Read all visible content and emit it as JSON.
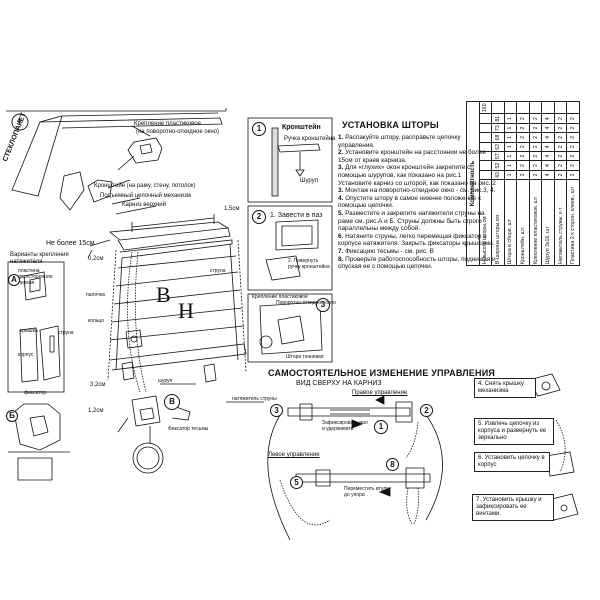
{
  "left_panel": {
    "step_no": "4",
    "rail_label": "СТЕКЛОПАКЕТ",
    "callouts": {
      "plastic_mount": "Крепление пластиковое",
      "plastic_mount_note": "(на поворотно-откидное окно)",
      "bracket": "Кронштейн (на раму, стену, потолок)",
      "chain_mech": "Подъемный цепочный механизм",
      "top_rail": "Карниз верхний",
      "distance_note": "Не более 15см",
      "dim_02": "0,2см",
      "dim_15": "1,5см",
      "tension_variants": "Варианты крепления натяжителя",
      "tape_mount": "пластина двухсторонняя липкая",
      "stick": "палочка",
      "ring": "кольцо",
      "cap": "крышка",
      "body": "корпус",
      "string": "струна",
      "fixator": "фиксатор",
      "dim_32": "3,2см",
      "dim_12": "1,2см",
      "chain_stopper": "Фиксатор тесьмы",
      "tensioner": "натяжитель струны",
      "screw": "шуруп",
      "cord": "струна",
      "letter_B": "B",
      "letter_H": "H",
      "marker_A": "А",
      "marker_B": "Б",
      "marker_Bv": "B"
    }
  },
  "top_middle": {
    "box1_no": "1",
    "bracket": "Кронштейн",
    "handle_bracket": "Ручка кронштейна",
    "screw": "Шуруп",
    "box2_no": "2",
    "box2_step1": "1. Завести в паз",
    "box2_step2": "2. Повернуть ручку кронштейна",
    "box3_no": "3",
    "box3_label1": "Крепление пластиковое",
    "box3_label2": "Поворотно-откидное окно",
    "box3_label3": "Штора тканевая"
  },
  "install": {
    "title": "УСТАНОВКА ШТОРЫ",
    "steps": [
      {
        "n": "1.",
        "text": " Распакуйте штору, расправьте цепочку управления."
      },
      {
        "n": "2.",
        "text": " Установите кронштейн на расстоянии не более 15см от краев карниза."
      },
      {
        "n": "3.",
        "text": " Для «глухих» окон кронштейн закрепите с помощью шурупов, как показано на рис.1 Установите карниз со шторой, как показано на рис. 2"
      },
      {
        "n": "3.",
        "text": " Монтаж на поворотно-откидное окно - см. рис.3, 4."
      },
      {
        "n": "4.",
        "text": " Опустите штору в самое нижнее положение с помощью цепочки."
      },
      {
        "n": "5.",
        "text": " Разместите и закрепите натяжители струны на раме см. рис.А и Б. Струны должны быть строго параллельны между собой."
      },
      {
        "n": "6.",
        "text": " Натяните струны, легко перемещая фиксатор в корпусе натяжителя. Закрыть фиксаторы крышками."
      },
      {
        "n": "7.",
        "text": " Фиксацию тесьмы - см. рис. В"
      },
      {
        "n": "8.",
        "text": " Проверьте работоспособность шторы, поднимая и опуская ее с помощью цепочки."
      }
    ]
  },
  "kit": {
    "title": "Комплектность",
    "header_sizes": [
      "160"
    ],
    "rows": [
      {
        "name": "Н-высота шторы,см",
        "vals": [
          "",
          "",
          "",
          "",
          "",
          "",
          "",
          "160"
        ]
      },
      {
        "name": "В-ширина шторы,см",
        "vals": [
          "43",
          "52",
          "57",
          "62",
          "68",
          "73",
          "81",
          ""
        ]
      },
      {
        "name": "Штора в сборе,   шт",
        "vals": [
          "1",
          "1",
          "1",
          "1",
          "1",
          "1",
          "1",
          ""
        ]
      },
      {
        "name": "Кронштейн,  шт.",
        "vals": [
          "2",
          "2",
          "2",
          "2",
          "2",
          "2",
          "2",
          ""
        ]
      },
      {
        "name": "Крепление пластиковое, шт",
        "vals": [
          "2",
          "2",
          "2",
          "2",
          "2",
          "2",
          "2",
          ""
        ]
      },
      {
        "name": "Шуруп 3х16, шт",
        "vals": [
          "4",
          "4",
          "4",
          "4",
          "4",
          "4",
          "4",
          ""
        ]
      },
      {
        "name": "Натяжитель струны, к-т",
        "vals": [
          "2",
          "2",
          "2",
          "2",
          "2",
          "2",
          "2",
          ""
        ]
      },
      {
        "name": "Пластина 2-х сторон. клеев., шт",
        "vals": [
          "2",
          "2",
          "2",
          "2",
          "2",
          "2",
          "2",
          ""
        ]
      }
    ]
  },
  "self_change": {
    "title": "САМОСТОЯТЕЛЬНОЕ ИЗМЕНЕНИЕ УПРАВЛЕНИЯ",
    "top_view": "ВИД СВЕРХУ НА КАРНИЗ",
    "right_control": "Правое управление",
    "left_control": "Левое управление",
    "hold_note": "Зафиксировать вал и удерживать",
    "move_note": "Переместить втулку до упора",
    "step3": "3",
    "step1": "1",
    "step2": "2",
    "step8": "8",
    "step5": "5",
    "tips": [
      {
        "text": "4. Снять крышку механизма"
      },
      {
        "text": "5. Извлечь цепочку из корпуса и развернуть ее зеркально"
      },
      {
        "text": "6. Установить цепочку в корпус"
      },
      {
        "text": "7. Установить крышку и зафиксировать ее винтами."
      }
    ]
  }
}
